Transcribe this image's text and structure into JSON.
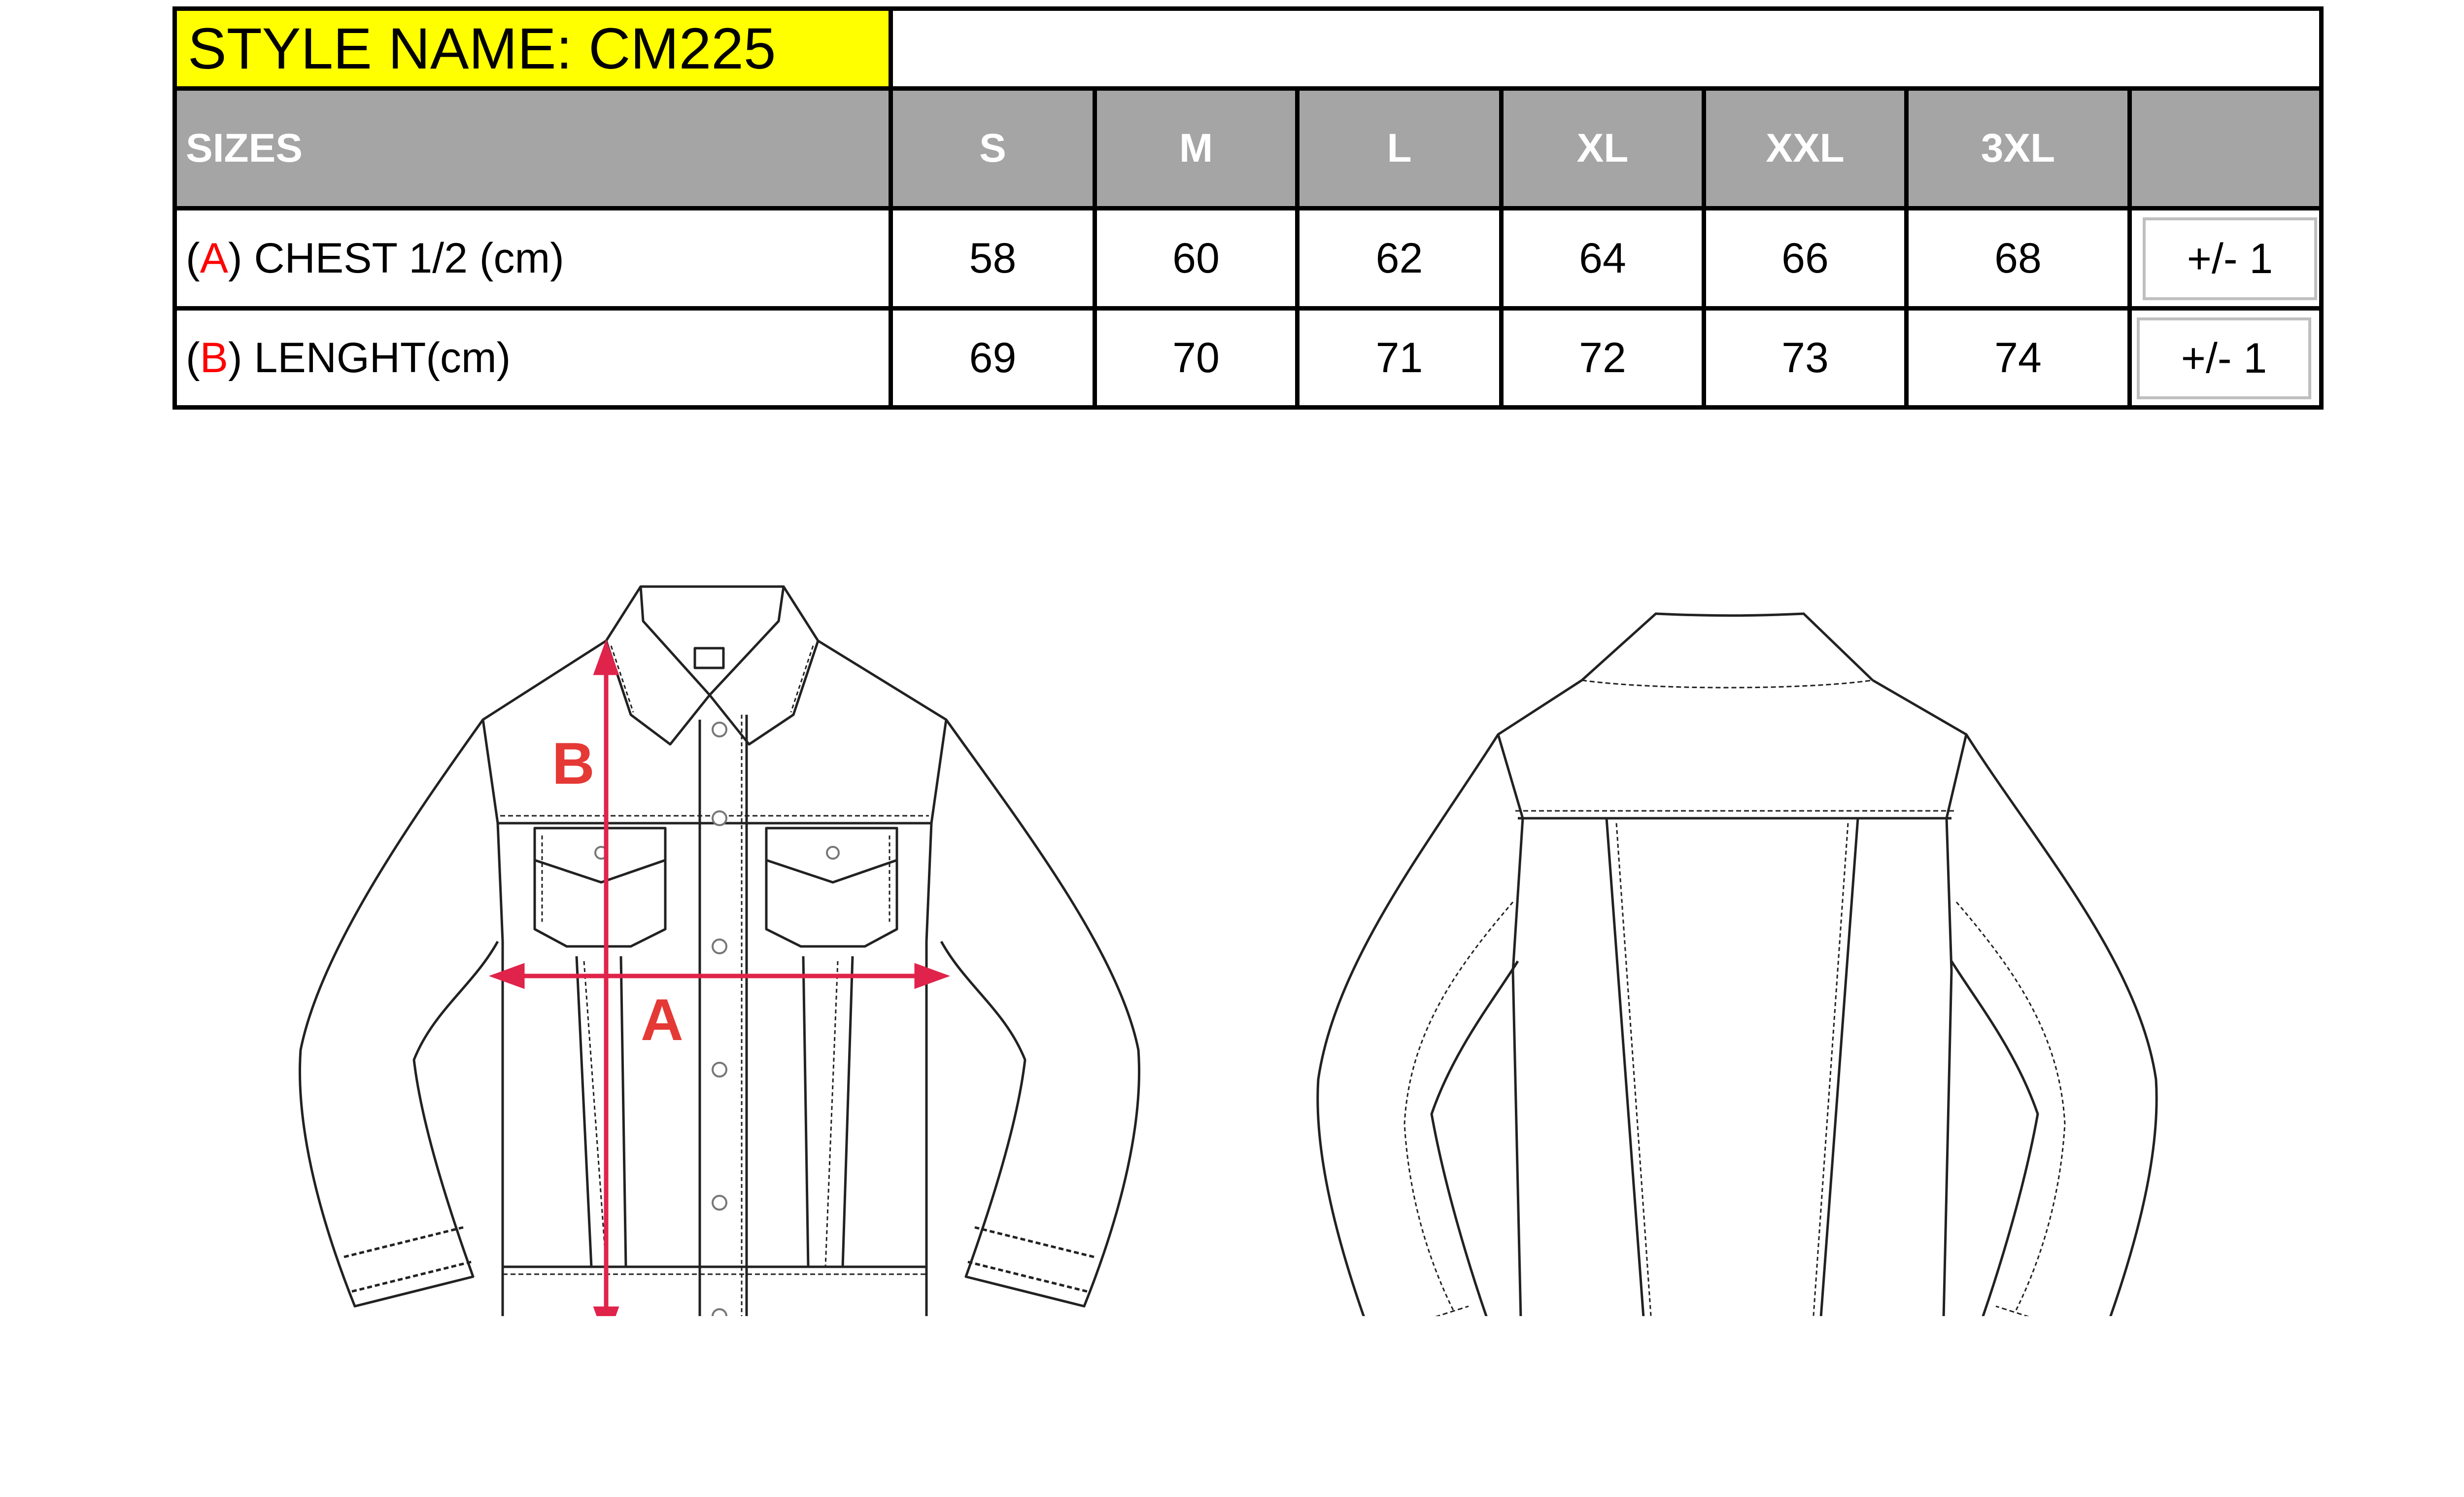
{
  "style": {
    "label": "STYLE NAME: CM225"
  },
  "table": {
    "header_label": "SIZES",
    "sizes": [
      "S",
      "M",
      "L",
      "XL",
      "XXL",
      "3XL"
    ],
    "tolerance_header": "",
    "rows": [
      {
        "letter": "A",
        "prefix": "(",
        "suffix": ") CHEST 1/2 (cm)",
        "values": [
          "58",
          "60",
          "62",
          "64",
          "66",
          "68"
        ],
        "tolerance": "+/- 1"
      },
      {
        "letter": "B",
        "prefix": "(",
        "suffix": ") LENGHT(cm)",
        "values": [
          "69",
          "70",
          "71",
          "72",
          "73",
          "74"
        ],
        "tolerance": "+/- 1"
      }
    ]
  },
  "drawings": {
    "front": {
      "label_a": "A",
      "label_b": "B"
    },
    "back": {}
  },
  "colors": {
    "title_bg": "#ffff00",
    "header_bg": "#a5a5a5",
    "measure_red": "#e0234a",
    "letter_red": "#ff0000"
  }
}
